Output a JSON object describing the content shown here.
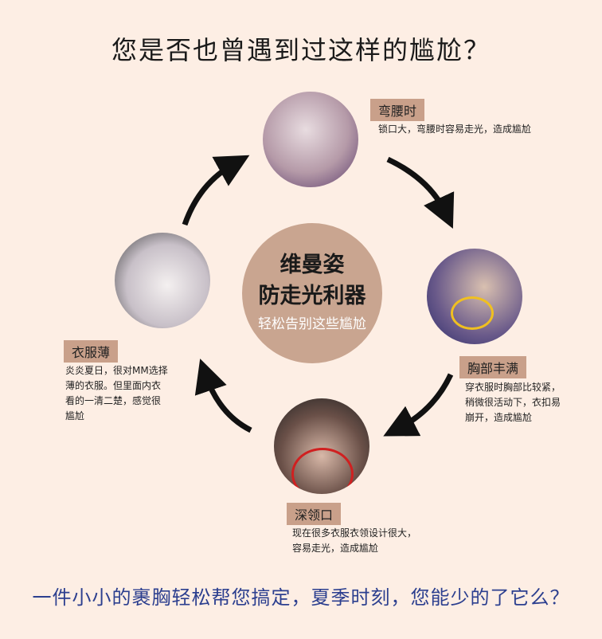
{
  "title": "您是否也曾遇到过这样的尴尬？",
  "center": {
    "line1": "维曼姿",
    "line2": "防走光利器",
    "line3": "轻松告别这些尴尬"
  },
  "items": [
    {
      "label": "弯腰时",
      "desc": "锁口大，弯腰时容易走光，造成尴尬"
    },
    {
      "label": "胸部丰满",
      "desc": [
        "穿衣服时胸部比较紧，",
        "稍微很活动下，衣扣易",
        "崩开，造成尴尬"
      ]
    },
    {
      "label": "深领口",
      "desc": [
        "现在很多衣服衣领设计很大，",
        "容易走光，造成尴尬"
      ]
    },
    {
      "label": "衣服薄",
      "desc": [
        "炎炎夏日，很对MM选择",
        "薄的衣服。但里面内衣",
        "看的一清二楚，感觉很",
        "尴尬"
      ]
    }
  ],
  "footer": "一件小小的裹胸轻松帮您搞定，夏季时刻，您能少的了它么？",
  "colors": {
    "background": "#fdeee4",
    "center_circle": "#c9a590",
    "label_bg": "#c9a08a",
    "footer_text": "#2c3f8f"
  }
}
